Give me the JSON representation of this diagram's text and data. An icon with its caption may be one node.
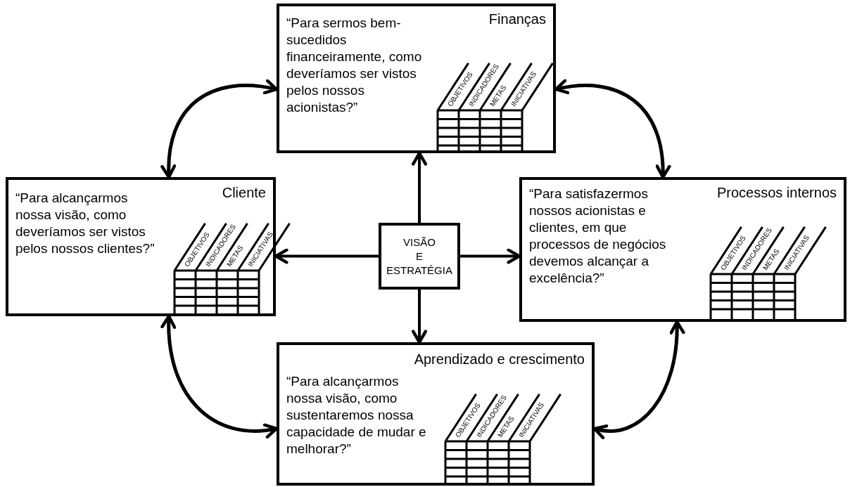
{
  "diagram": {
    "nodes": [
      {
        "text": [
          "“Para sermos bem-sucedidos financeiramente, como deveríamos ser vistos pelos nossos acionistas?”",
          "Finanças"
        ]
      },
      {
        "text": [
          "“Para alcançarmos nossa visão, como deveríamos ser vistos pelos nossos clientes?”",
          "Cliente"
        ]
      },
      {
        "text": [
          "VISÃO E ESTRATÉGIA"
        ]
      },
      {
        "text": [
          "“Para satisfazermos nossos acionistas e clientes, em que processos de negócios devemos alcançar a excelência?”",
          "Processos internos"
        ]
      },
      {
        "text": [
          "Aprendizado e crescimento",
          "“Para alcançarmos nossa visão, como sustentaremos nossa capacidade de mudar e melhorar?”"
        ]
      }
    ],
    "edges": [
      {
        "from": 2,
        "to": 0,
        "arrow": "to"
      },
      {
        "from": 2,
        "to": 1,
        "arrow": "to"
      },
      {
        "from": 2,
        "to": 3,
        "arrow": "to"
      },
      {
        "from": 2,
        "to": 4,
        "arrow": "to"
      },
      {
        "from": 1,
        "to": 0,
        "arrow": "both"
      },
      {
        "from": 0,
        "to": 3,
        "arrow": "both"
      },
      {
        "from": 3,
        "to": 4,
        "arrow": "both"
      },
      {
        "from": 4,
        "to": 1,
        "arrow": "both"
      }
    ],
    "labels": [
      "OBJETIVOS",
      "INDICADORES",
      "METAS",
      "INICIATIVAS",
      "OBJETIVOS",
      "INDICADORES",
      "METAS",
      "INICIATIVAS",
      "OBJETIVOS",
      "INDICADORES",
      "METAS",
      "INICIATIVAS",
      "OBJETIVOS",
      "INDICADORES",
      "METAS",
      "INICIATIVAS"
    ]
  }
}
